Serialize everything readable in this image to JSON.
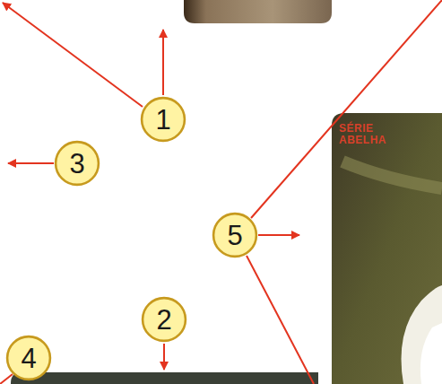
{
  "diagram": {
    "nodes": [
      {
        "text": [
          "1"
        ]
      },
      {
        "text": [
          "3"
        ]
      },
      {
        "text": [
          "5"
        ]
      },
      {
        "text": [
          "2"
        ]
      },
      {
        "text": [
          "4"
        ]
      }
    ],
    "labels": [
      "SÉRIE ABELHA"
    ]
  }
}
